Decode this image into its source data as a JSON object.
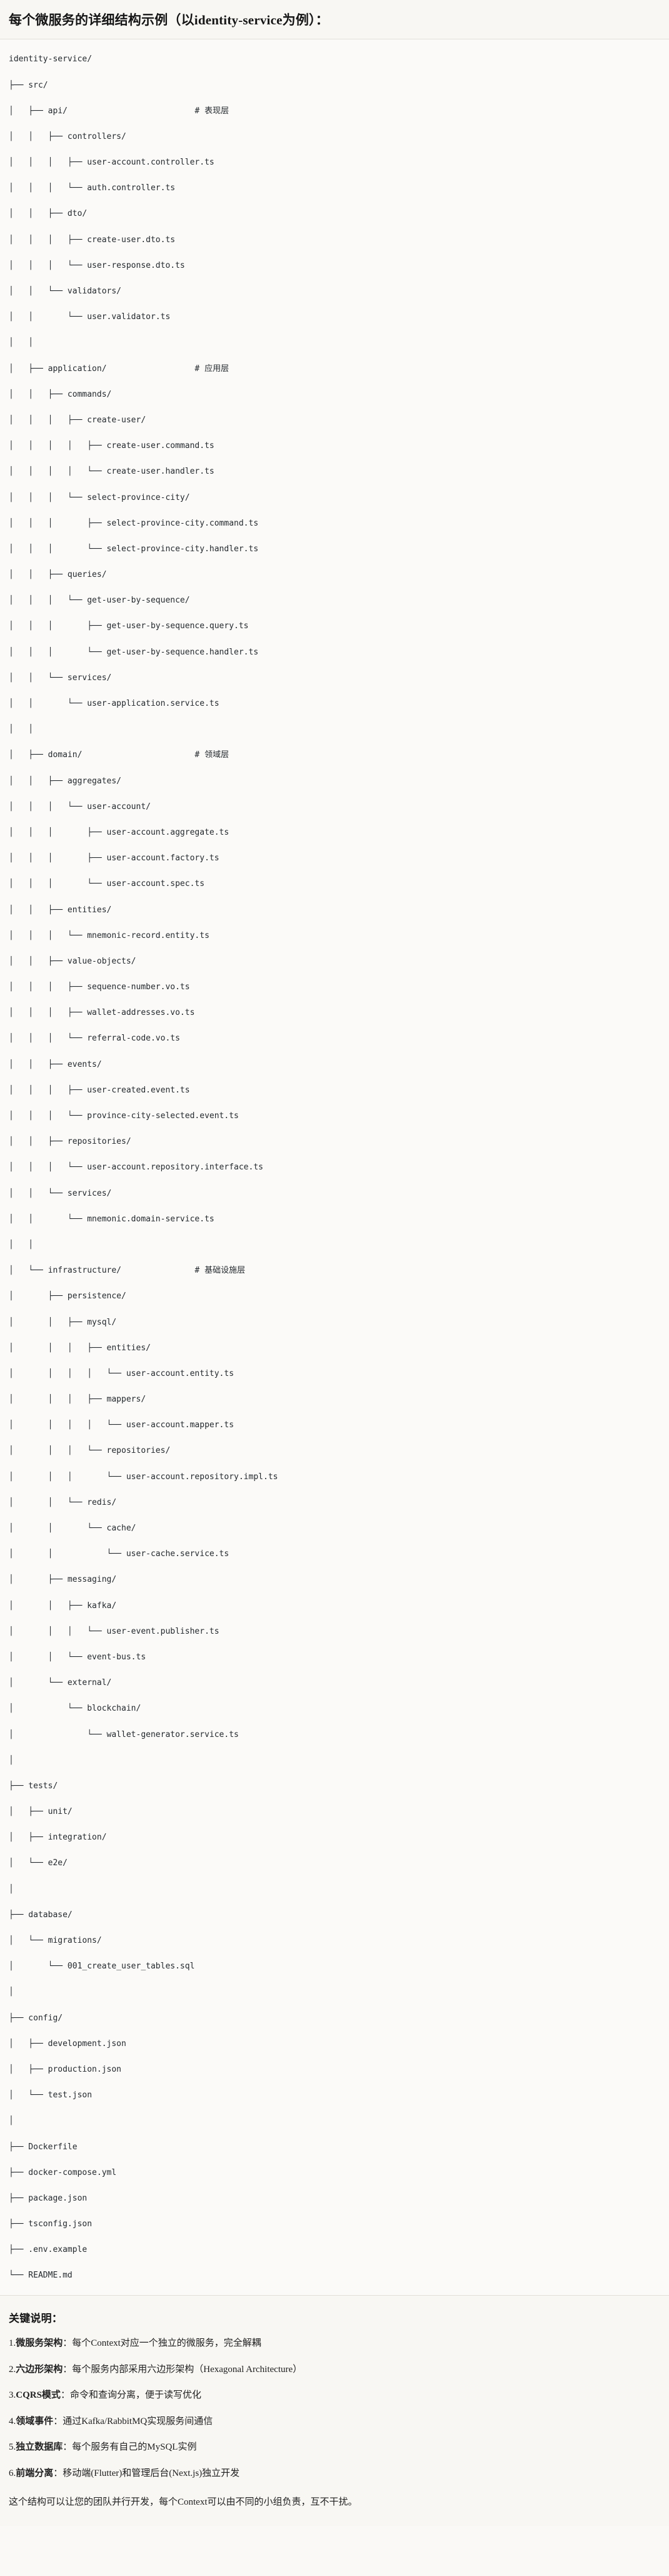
{
  "header": {
    "title": "每个微服务的详细结构示例（以identity-service为例）："
  },
  "tree": {
    "root_label": "identity-service/",
    "lines": [
      "identity-service/",
      "├── src/",
      "│   ├── api/                          # 表现层",
      "│   │   ├── controllers/",
      "│   │   │   ├── user-account.controller.ts",
      "│   │   │   └── auth.controller.ts",
      "│   │   ├── dto/",
      "│   │   │   ├── create-user.dto.ts",
      "│   │   │   └── user-response.dto.ts",
      "│   │   └── validators/",
      "│   │       └── user.validator.ts",
      "│   │",
      "│   ├── application/                  # 应用层",
      "│   │   ├── commands/",
      "│   │   │   ├── create-user/",
      "│   │   │   │   ├── create-user.command.ts",
      "│   │   │   │   └── create-user.handler.ts",
      "│   │   │   └── select-province-city/",
      "│   │   │       ├── select-province-city.command.ts",
      "│   │   │       └── select-province-city.handler.ts",
      "│   │   ├── queries/",
      "│   │   │   └── get-user-by-sequence/",
      "│   │   │       ├── get-user-by-sequence.query.ts",
      "│   │   │       └── get-user-by-sequence.handler.ts",
      "│   │   └── services/",
      "│   │       └── user-application.service.ts",
      "│   │",
      "│   ├── domain/                       # 领域层",
      "│   │   ├── aggregates/",
      "│   │   │   └── user-account/",
      "│   │   │       ├── user-account.aggregate.ts",
      "│   │   │       ├── user-account.factory.ts",
      "│   │   │       └── user-account.spec.ts",
      "│   │   ├── entities/",
      "│   │   │   └── mnemonic-record.entity.ts",
      "│   │   ├── value-objects/",
      "│   │   │   ├── sequence-number.vo.ts",
      "│   │   │   ├── wallet-addresses.vo.ts",
      "│   │   │   └── referral-code.vo.ts",
      "│   │   ├── events/",
      "│   │   │   ├── user-created.event.ts",
      "│   │   │   └── province-city-selected.event.ts",
      "│   │   ├── repositories/",
      "│   │   │   └── user-account.repository.interface.ts",
      "│   │   └── services/",
      "│   │       └── mnemonic.domain-service.ts",
      "│   │",
      "│   └── infrastructure/               # 基础设施层",
      "│       ├── persistence/",
      "│       │   ├── mysql/",
      "│       │   │   ├── entities/",
      "│       │   │   │   └── user-account.entity.ts",
      "│       │   │   ├── mappers/",
      "│       │   │   │   └── user-account.mapper.ts",
      "│       │   │   └── repositories/",
      "│       │   │       └── user-account.repository.impl.ts",
      "│       │   └── redis/",
      "│       │       └── cache/",
      "│       │           └── user-cache.service.ts",
      "│       ├── messaging/",
      "│       │   ├── kafka/",
      "│       │   │   └── user-event.publisher.ts",
      "│       │   └── event-bus.ts",
      "│       └── external/",
      "│           └── blockchain/",
      "│               └── wallet-generator.service.ts",
      "│",
      "├── tests/",
      "│   ├── unit/",
      "│   ├── integration/",
      "│   └── e2e/",
      "│",
      "├── database/",
      "│   └── migrations/",
      "│       └── 001_create_user_tables.sql",
      "│",
      "├── config/",
      "│   ├── development.json",
      "│   ├── production.json",
      "│   └── test.json",
      "│",
      "├── Dockerfile",
      "├── docker-compose.yml",
      "├── package.json",
      "├── tsconfig.json",
      "├── .env.example",
      "└── README.md"
    ],
    "layer_comments": [
      {
        "marker": "#",
        "label": "表现层"
      },
      {
        "marker": "#",
        "label": "应用层"
      },
      {
        "marker": "#",
        "label": "领域层"
      },
      {
        "marker": "#",
        "label": "基础设施层"
      }
    ]
  },
  "notes": {
    "heading": "关键说明：",
    "items": [
      {
        "num": "1.",
        "term": "微服务架构",
        "sep": "：",
        "desc": "每个Context对应一个独立的微服务，完全解耦"
      },
      {
        "num": "2.",
        "term": "六边形架构",
        "sep": "：",
        "desc": "每个服务内部采用六边形架构（Hexagonal Architecture）"
      },
      {
        "num": "3.",
        "term": "CQRS模式",
        "sep": "：",
        "desc": "命令和查询分离，便于读写优化"
      },
      {
        "num": "4.",
        "term": "领域事件",
        "sep": "：",
        "desc": "通过Kafka/RabbitMQ实现服务间通信"
      },
      {
        "num": "5.",
        "term": "独立数据库",
        "sep": "：",
        "desc": "每个服务有自己的MySQL实例"
      },
      {
        "num": "6.",
        "term": "前端分离",
        "sep": "：",
        "desc": "移动端(Flutter)和管理后台(Next.js)独立开发"
      }
    ],
    "closing": "这个结构可以让您的团队并行开发，每个Context可以由不同的小组负责，互不干扰。"
  }
}
